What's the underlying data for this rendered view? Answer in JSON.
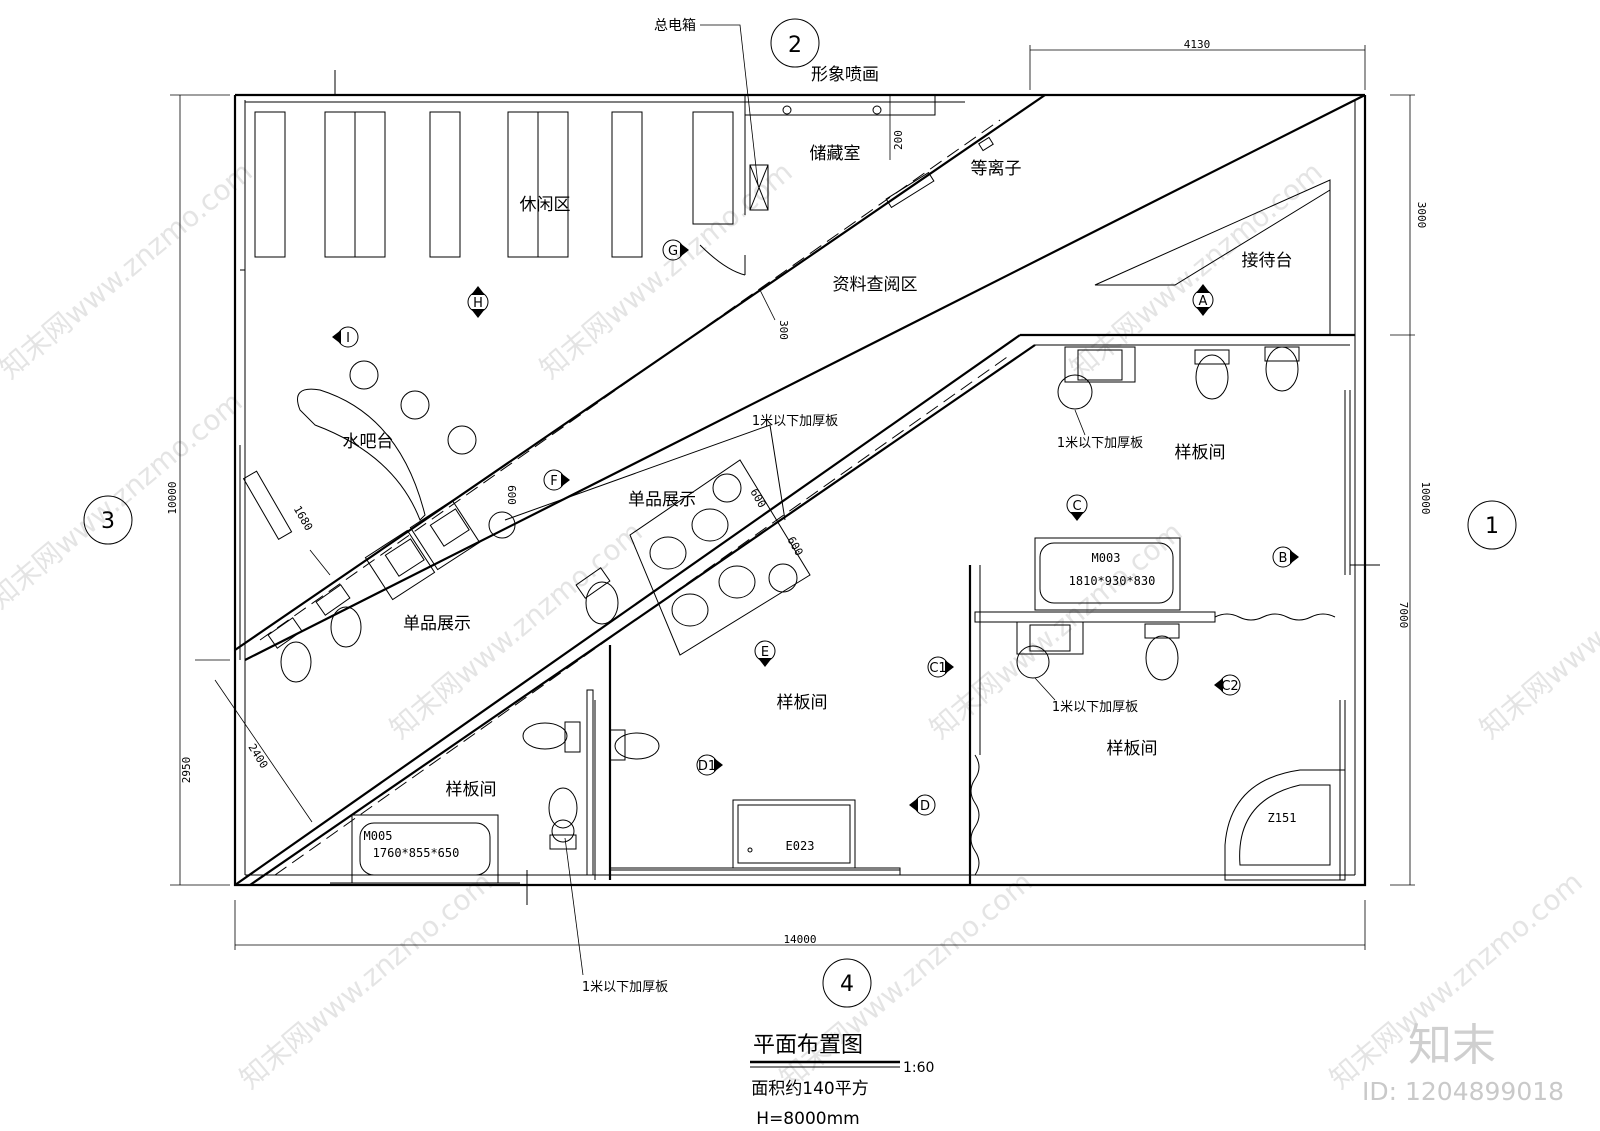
{
  "drawing": {
    "title": "平面布置图",
    "scale": "1:60",
    "area_note": "面积约140平方",
    "height_note": "H=8000mm"
  },
  "rooms": {
    "leisure": "休闲区",
    "storage": "储藏室",
    "image_mural": "形象喷画",
    "plasma": "等离子",
    "reference": "资料查阅区",
    "reception": "接待台",
    "water_bar": "水吧台",
    "single_display_1": "单品展示",
    "single_display_2": "单品展示",
    "sample_room_1": "样板间",
    "sample_room_2": "样板间",
    "sample_room_3": "样板间",
    "sample_room_4": "样板间",
    "main_panel": "总电箱"
  },
  "notes": {
    "thick_board_1": "1米以下加厚板",
    "thick_board_2": "1米以下加厚板",
    "thick_board_3": "1米以下加厚板",
    "thick_board_4": "1米以下加厚板"
  },
  "fixtures": {
    "tub_m003": {
      "code": "M003",
      "size": "1810*930*830"
    },
    "tub_m005": {
      "code": "M005",
      "size": "1760*855*650"
    },
    "box_e023": "E023",
    "tub_z151": "Z151"
  },
  "dimensions": {
    "top_right": "4130",
    "right_upper": "3000",
    "right_overall": "10000",
    "right_lower": "7000",
    "left_overall": "10000",
    "left_lower": "2950",
    "bottom": "14000",
    "d_200": "200",
    "d_300": "300",
    "d_1680": "1680",
    "d_2400": "2400",
    "d_600_a": "600",
    "d_600_b": "600",
    "d_600_c": "600"
  },
  "axis_markers": {
    "a1": "1",
    "a2": "2",
    "a3": "3",
    "a4": "4"
  },
  "view_markers": {
    "A": "A",
    "B": "B",
    "C": "C",
    "C1": "C1",
    "C2": "C2",
    "D": "D",
    "D1": "D1",
    "E": "E",
    "F": "F",
    "G": "G",
    "H": "H",
    "I": "I"
  },
  "watermark": {
    "site": "知末网www.znzmo.com",
    "brand": "知末",
    "id": "ID: 1204899018"
  }
}
